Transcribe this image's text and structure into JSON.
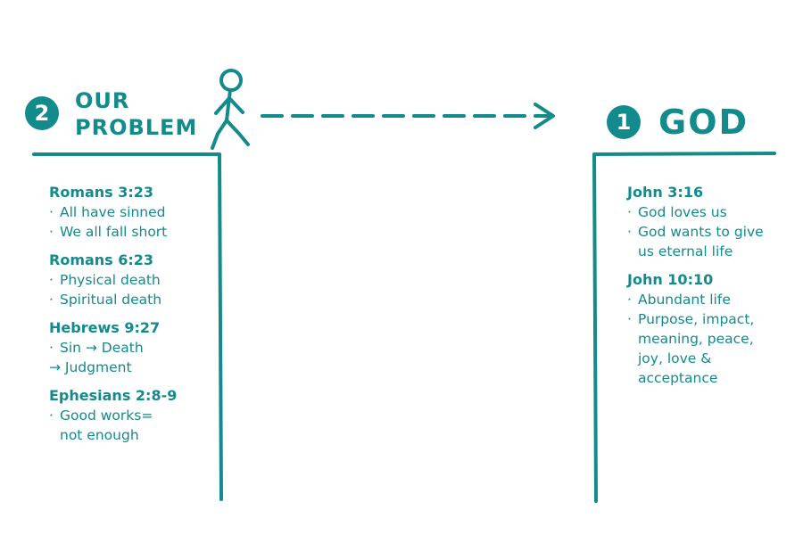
{
  "left": {
    "badge_number": "2",
    "title_line1": "OUR",
    "title_line2": "PROBLEM",
    "sections": [
      {
        "reference": "Romans 3:23",
        "points": [
          "All have sinned",
          "We all fall short"
        ]
      },
      {
        "reference": "Romans 6:23",
        "points": [
          "Physical death",
          "Spiritual death"
        ]
      },
      {
        "reference": "Hebrews 9:27",
        "points": [
          "Sin → Death",
          "→ Judgment"
        ]
      },
      {
        "reference": "Ephesians 2:8-9",
        "points": [
          "Good works=",
          "not enough"
        ]
      }
    ]
  },
  "right": {
    "badge_number": "1",
    "title": "GOD",
    "sections": [
      {
        "reference": "John 3:16",
        "points": [
          "God loves us",
          "God wants to give",
          "us eternal life"
        ]
      },
      {
        "reference": "John 10:10",
        "points": [
          "Abundant life",
          "Purpose, impact,",
          "meaning, peace,",
          "joy, love &",
          "acceptance"
        ]
      }
    ]
  },
  "colors": {
    "accent": "#138a8c",
    "background": "#ffffff"
  },
  "icons": {
    "walker": "walking-person-icon",
    "arrow": "dashed-arrow-icon"
  }
}
